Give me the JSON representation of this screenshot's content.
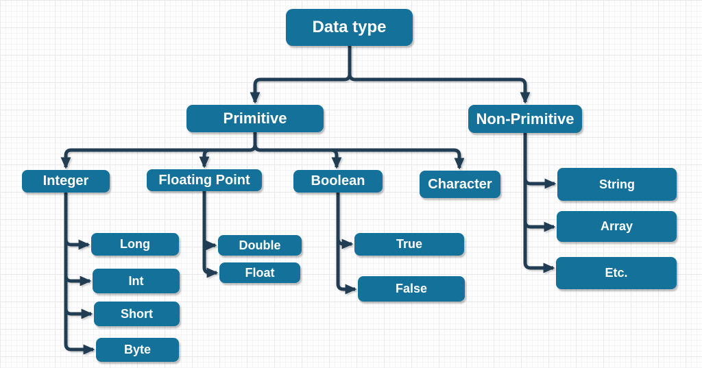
{
  "colors": {
    "background": "#fdfdfe",
    "grid_minor": "#f4f4f6",
    "grid_major": "#e8e8ec",
    "node_fill": "#14719a",
    "node_text": "#ffffff",
    "connector": "#213d54"
  },
  "nodes": {
    "data_type": {
      "label": "Data type"
    },
    "primitive": {
      "label": "Primitive"
    },
    "non_primitive": {
      "label": "Non-Primitive"
    },
    "integer": {
      "label": "Integer"
    },
    "floating_point": {
      "label": "Floating Point"
    },
    "boolean": {
      "label": "Boolean"
    },
    "character": {
      "label": "Character"
    },
    "long": {
      "label": "Long"
    },
    "int": {
      "label": "Int"
    },
    "short": {
      "label": "Short"
    },
    "byte": {
      "label": "Byte"
    },
    "double": {
      "label": "Double"
    },
    "float": {
      "label": "Float"
    },
    "true": {
      "label": "True"
    },
    "false": {
      "label": "False"
    },
    "string": {
      "label": "String"
    },
    "array": {
      "label": "Array"
    },
    "etc": {
      "label": "Etc."
    }
  },
  "edges": [
    {
      "from": "Data type",
      "to": "Primitive"
    },
    {
      "from": "Data type",
      "to": "Non-Primitive"
    },
    {
      "from": "Primitive",
      "to": "Integer"
    },
    {
      "from": "Primitive",
      "to": "Floating Point"
    },
    {
      "from": "Primitive",
      "to": "Boolean"
    },
    {
      "from": "Primitive",
      "to": "Character"
    },
    {
      "from": "Integer",
      "to": "Long"
    },
    {
      "from": "Integer",
      "to": "Int"
    },
    {
      "from": "Integer",
      "to": "Short"
    },
    {
      "from": "Integer",
      "to": "Byte"
    },
    {
      "from": "Floating Point",
      "to": "Double"
    },
    {
      "from": "Floating Point",
      "to": "Float"
    },
    {
      "from": "Boolean",
      "to": "True"
    },
    {
      "from": "Boolean",
      "to": "False"
    },
    {
      "from": "Non-Primitive",
      "to": "String"
    },
    {
      "from": "Non-Primitive",
      "to": "Array"
    },
    {
      "from": "Non-Primitive",
      "to": "Etc."
    }
  ]
}
